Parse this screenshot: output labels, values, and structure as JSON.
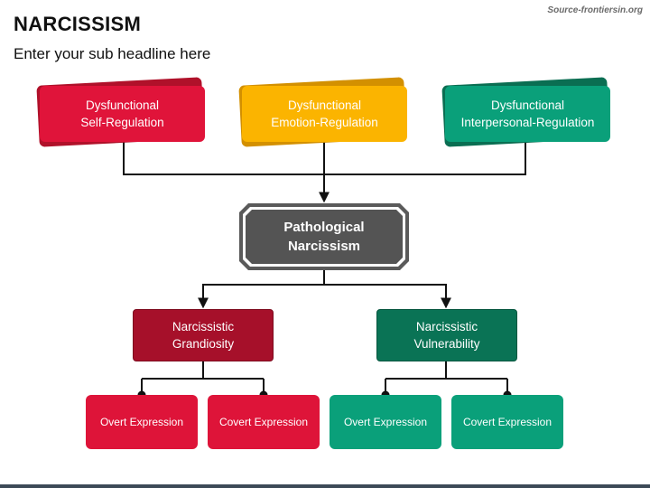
{
  "header": {
    "title": "NARCISSISM",
    "subtitle": "Enter your sub headline here",
    "source": "Source-frontiersin.org"
  },
  "diagram": {
    "top_nodes": [
      {
        "line1": "Dysfunctional",
        "line2": "Self-Regulation",
        "color": "#e0143a"
      },
      {
        "line1": "Dysfunctional",
        "line2": "Emotion-Regulation",
        "color": "#fbb400"
      },
      {
        "line1": "Dysfunctional",
        "line2": "Interpersonal-Regulation",
        "color": "#0aa07a"
      }
    ],
    "center_node": {
      "line1": "Pathological",
      "line2": "Narcissism",
      "color": "#545454"
    },
    "mid_nodes": [
      {
        "line1": "Narcissistic",
        "line2": "Grandiosity",
        "color": "#a6102a"
      },
      {
        "line1": "Narcissistic",
        "line2": "Vulnerability",
        "color": "#0a7355"
      }
    ],
    "leaf_nodes": [
      {
        "label": "Overt Expression",
        "color": "#de1439"
      },
      {
        "label": "Covert Expression",
        "color": "#de1439"
      },
      {
        "label": "Overt Expression",
        "color": "#0aa07a"
      },
      {
        "label": "Covert Expression",
        "color": "#0aa07a"
      }
    ]
  }
}
